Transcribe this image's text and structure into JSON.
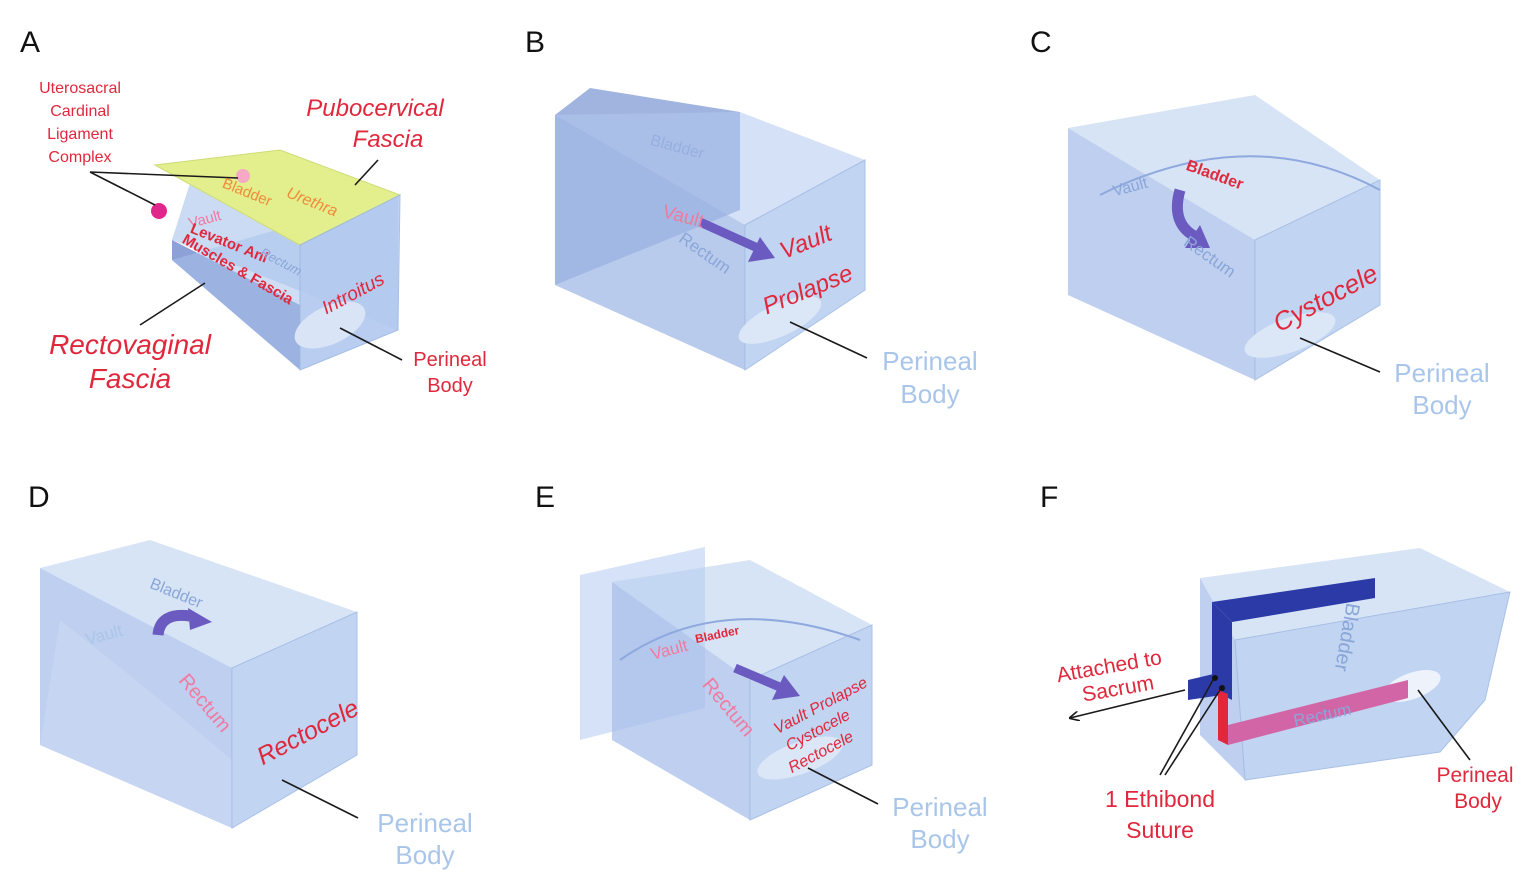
{
  "figure": {
    "panels": [
      {
        "letter": "A",
        "labels": {
          "ligament_line1": "Uterosacral",
          "ligament_line2": "Cardinal",
          "ligament_line3": "Ligament",
          "ligament_line4": "Complex",
          "pubocervical_line1": "Pubocervical",
          "pubocervical_line2": "Fascia",
          "bladder": "Bladder",
          "urethra": "Urethra",
          "vault": "Vault",
          "levator_line1": "Levator Ani",
          "levator_line2": "Muscles & Fascia",
          "rectum": "Rectum",
          "introitus": "Introitus",
          "rectovaginal_line1": "Rectovaginal",
          "rectovaginal_line2": "Fascia",
          "perineal_line1": "Perineal",
          "perineal_line2": "Body"
        }
      },
      {
        "letter": "B",
        "labels": {
          "bladder": "Bladder",
          "vault": "Vault",
          "rectum": "Rectum",
          "condition_line1": "Vault",
          "condition_line2": "Prolapse",
          "perineal_line1": "Perineal",
          "perineal_line2": "Body"
        }
      },
      {
        "letter": "C",
        "labels": {
          "vault": "Vault",
          "bladder": "Bladder",
          "rectum": "Rectum",
          "condition": "Cystocele",
          "perineal_line1": "Perineal",
          "perineal_line2": "Body"
        }
      },
      {
        "letter": "D",
        "labels": {
          "vault": "Vault",
          "bladder": "Bladder",
          "rectum": "Rectum",
          "condition": "Rectocele",
          "perineal_line1": "Perineal",
          "perineal_line2": "Body"
        }
      },
      {
        "letter": "E",
        "labels": {
          "vault": "Vault",
          "bladder": "Bladder",
          "rectum": "Rectum",
          "condition_line1": "Vault Prolapse",
          "condition_line2": "Cystocele",
          "condition_line3": "Rectocele",
          "perineal_line1": "Perineal",
          "perineal_line2": "Body"
        }
      },
      {
        "letter": "F",
        "labels": {
          "bladder": "Bladder",
          "rectum": "Rectum",
          "attached_line1": "Attached to",
          "attached_line2": "Sacrum",
          "suture_line1": "1 Ethibond",
          "suture_line2": "Suture",
          "perineal_line1": "Perineal",
          "perineal_line2": "Body"
        }
      }
    ],
    "colors": {
      "box_fill": "#b7cdef",
      "box_edge": "#9bb6e3",
      "pubocervical_fascia": "#e3ee8c",
      "rectovaginal_floor": "#7f93cf",
      "arrow": "#6b5bc0",
      "label_red": "#e0283c",
      "label_light_blue": "#a9c6ea",
      "mesh_blue": "#2c3aa8",
      "mesh_pink": "#d265a6",
      "ligament_marker": "#e0288c"
    }
  }
}
